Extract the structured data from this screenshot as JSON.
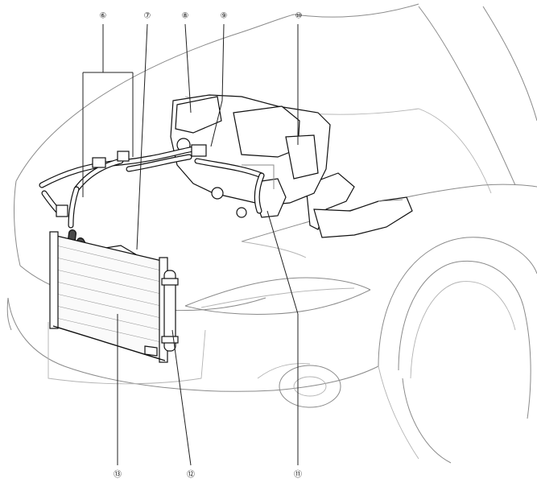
{
  "callouts": [
    {
      "id": "6",
      "label": "⑥"
    },
    {
      "id": "7",
      "label": "⑦"
    },
    {
      "id": "8",
      "label": "⑧"
    },
    {
      "id": "9",
      "label": "⑨"
    },
    {
      "id": "10",
      "label": "⑩"
    },
    {
      "id": "11",
      "label": "⑪"
    },
    {
      "id": "12",
      "label": "⑫"
    },
    {
      "id": "13",
      "label": "⑬"
    }
  ],
  "colors": {
    "line": "#222222",
    "body": "#8a8a8a",
    "part": "#111111",
    "background": "#ffffff"
  }
}
